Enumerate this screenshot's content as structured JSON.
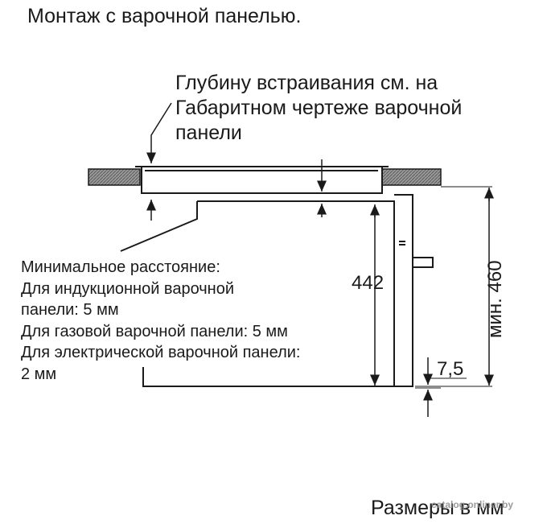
{
  "title": "Монтаж с варочной панелью.",
  "note_lines": [
    "Глубину встраивания см. на",
    "Габаритном чертеже варочной",
    "панели"
  ],
  "min_distance_lines": [
    "Минимальное расстояние:",
    "Для индукционной варочной",
    "панели: 5 мм",
    "Для газовой варочной панели: 5 мм",
    "Для электрической варочной панели:",
    "2 мм"
  ],
  "dimensions": {
    "height_442": "442",
    "min_460": "мин. 460",
    "gap_7_5": "7,5"
  },
  "units_label": "Размеры в мм",
  "watermark": "catalog.onliner.by"
}
